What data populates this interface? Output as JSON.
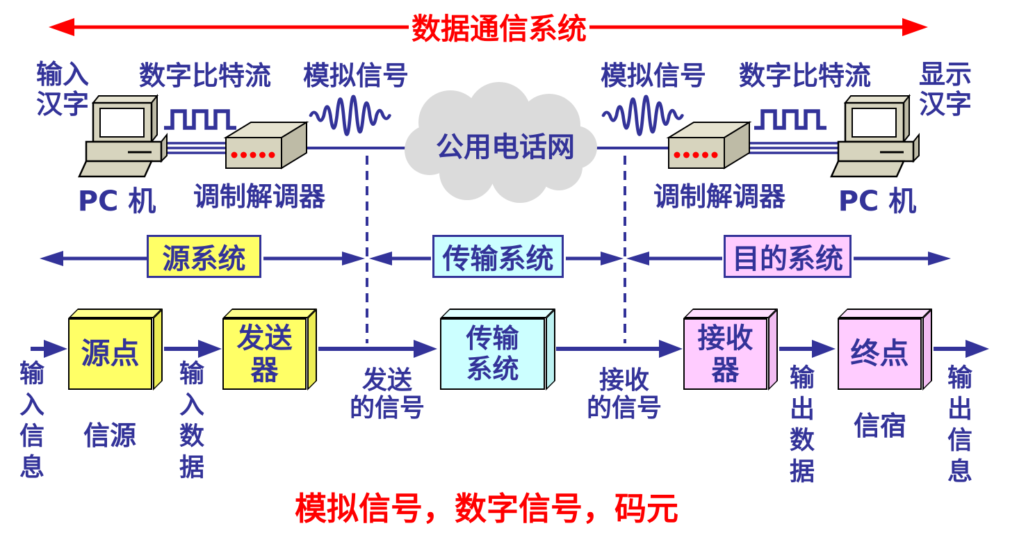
{
  "colors": {
    "blue": "#333399",
    "red": "#FF0000",
    "yellow_box": "#FFFF66",
    "cyan_box": "#CCFFFF",
    "pink_box": "#FFCCFF",
    "cloud_gray": "#DBDBDB",
    "device_beige": "#D7D4BE"
  },
  "header": {
    "title": "数据通信系统"
  },
  "top_row": {
    "input_hanzi": "输入\n汉字",
    "digital_bitstream_left": "数字比特流",
    "analog_signal_left": "模拟信号",
    "cloud_label": "公用电话网",
    "analog_signal_right": "模拟信号",
    "digital_bitstream_right": "数字比特流",
    "display_hanzi": "显示\n汉字",
    "pc_left": "PC 机",
    "modem_left": "调制解调器",
    "modem_right": "调制解调器",
    "pc_right": "PC 机"
  },
  "bands": {
    "source": "源系统",
    "transmission": "传输系统",
    "destination": "目的系统"
  },
  "flow": {
    "source_point": "源点",
    "transmitter": "发送器",
    "transmission_system": "传输\n系统",
    "receiver": "接收器",
    "end_point": "终点",
    "input_info": "输入信息",
    "source_label": "信源",
    "input_data": "输入数据",
    "sent_signal": "发送\n的信号",
    "received_signal": "接收\n的信号",
    "output_data": "输出数据",
    "sink_label": "信宿",
    "output_info": "输出信息"
  },
  "footer": {
    "note": "模拟信号，数字信号，码元"
  }
}
